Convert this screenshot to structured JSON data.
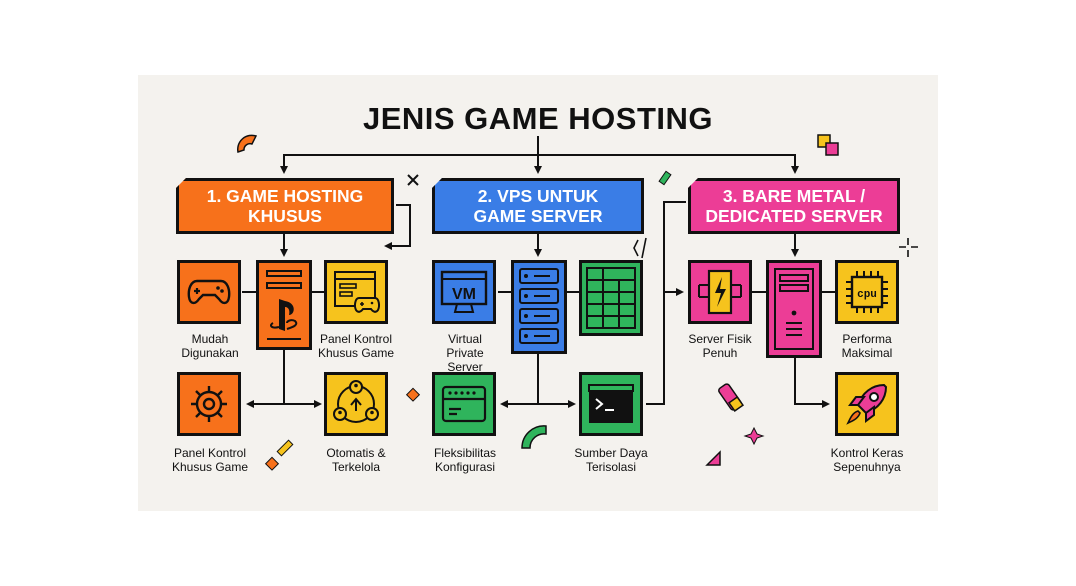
{
  "title": "JENIS GAME HOSTING",
  "colors": {
    "orange": "#f7711b",
    "blue": "#3a7de6",
    "pink": "#ec3d96",
    "yellow": "#f6c31d",
    "green": "#2fb45c",
    "canvas": "#f4f2ee"
  },
  "columns": [
    {
      "header": "1. GAME HOSTING\nKHUSUS",
      "items": [
        {
          "caption": "Mudah\nDigunakan",
          "icon": "gamepad-icon"
        },
        {
          "caption": "",
          "icon": "playstation-server-icon"
        },
        {
          "caption": "Panel Kontrol\nKhusus Game",
          "icon": "control-panel-gamepad-icon"
        },
        {
          "caption": "Panel Kontrol\nKhusus Game",
          "icon": "gear-icon"
        },
        {
          "caption": "Otomatis &\nTerkelola",
          "icon": "managed-users-icon"
        }
      ]
    },
    {
      "header": "2. VPS UNTUK\nGAME SERVER",
      "items": [
        {
          "caption": "Virtual\nPrivate\nServer",
          "icon": "vm-monitor-icon",
          "icon_text": "VM"
        },
        {
          "caption": "",
          "icon": "server-rack-icon"
        },
        {
          "caption": "",
          "icon": "grid-table-icon"
        },
        {
          "caption": "Fleksibilitas\nKonfigurasi",
          "icon": "storage-drive-icon"
        },
        {
          "caption": "Sumber Daya\nTerisolasi",
          "icon": "terminal-icon"
        }
      ]
    },
    {
      "header": "3. BARE METAL /\nDEDICATED SERVER",
      "items": [
        {
          "caption": "Server Fisik\nPenuh",
          "icon": "power-server-icon"
        },
        {
          "caption": "",
          "icon": "tower-server-icon"
        },
        {
          "caption": "Performa\nMaksimal",
          "icon": "cpu-chip-icon",
          "icon_text": "cpu"
        },
        {
          "caption": "Kontrol Keras\nSepenuhnya",
          "icon": "rocket-icon"
        }
      ]
    }
  ]
}
